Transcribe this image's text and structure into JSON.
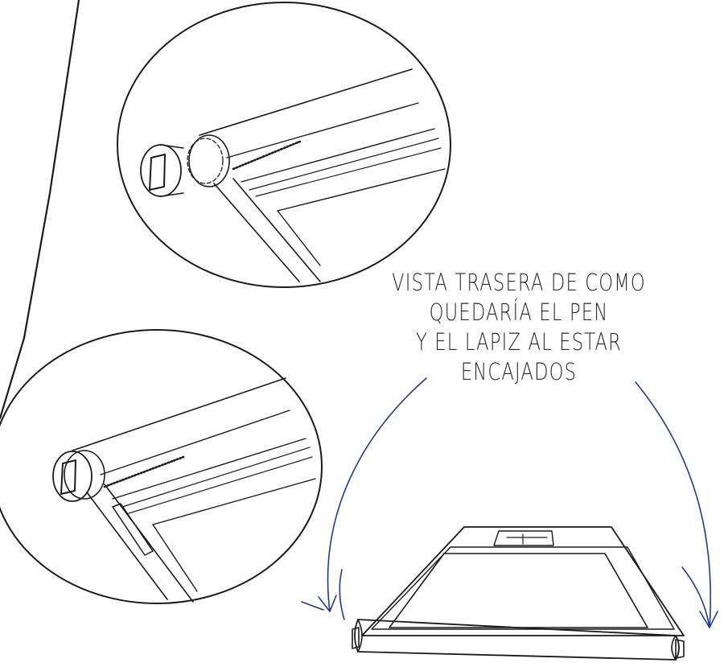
{
  "caption": {
    "lines": [
      "VISTA TRASERA DE COMO",
      "QUEDARÍA EL PEN",
      "Y EL LAPIZ AL ESTAR",
      "ENCAJADOS"
    ]
  },
  "colors": {
    "ink": "#1a1a1a",
    "arrow": "#1f3a93",
    "background": "#ffffff"
  },
  "icons": [
    "pen-cap-icon",
    "curved-arrow-icon"
  ]
}
